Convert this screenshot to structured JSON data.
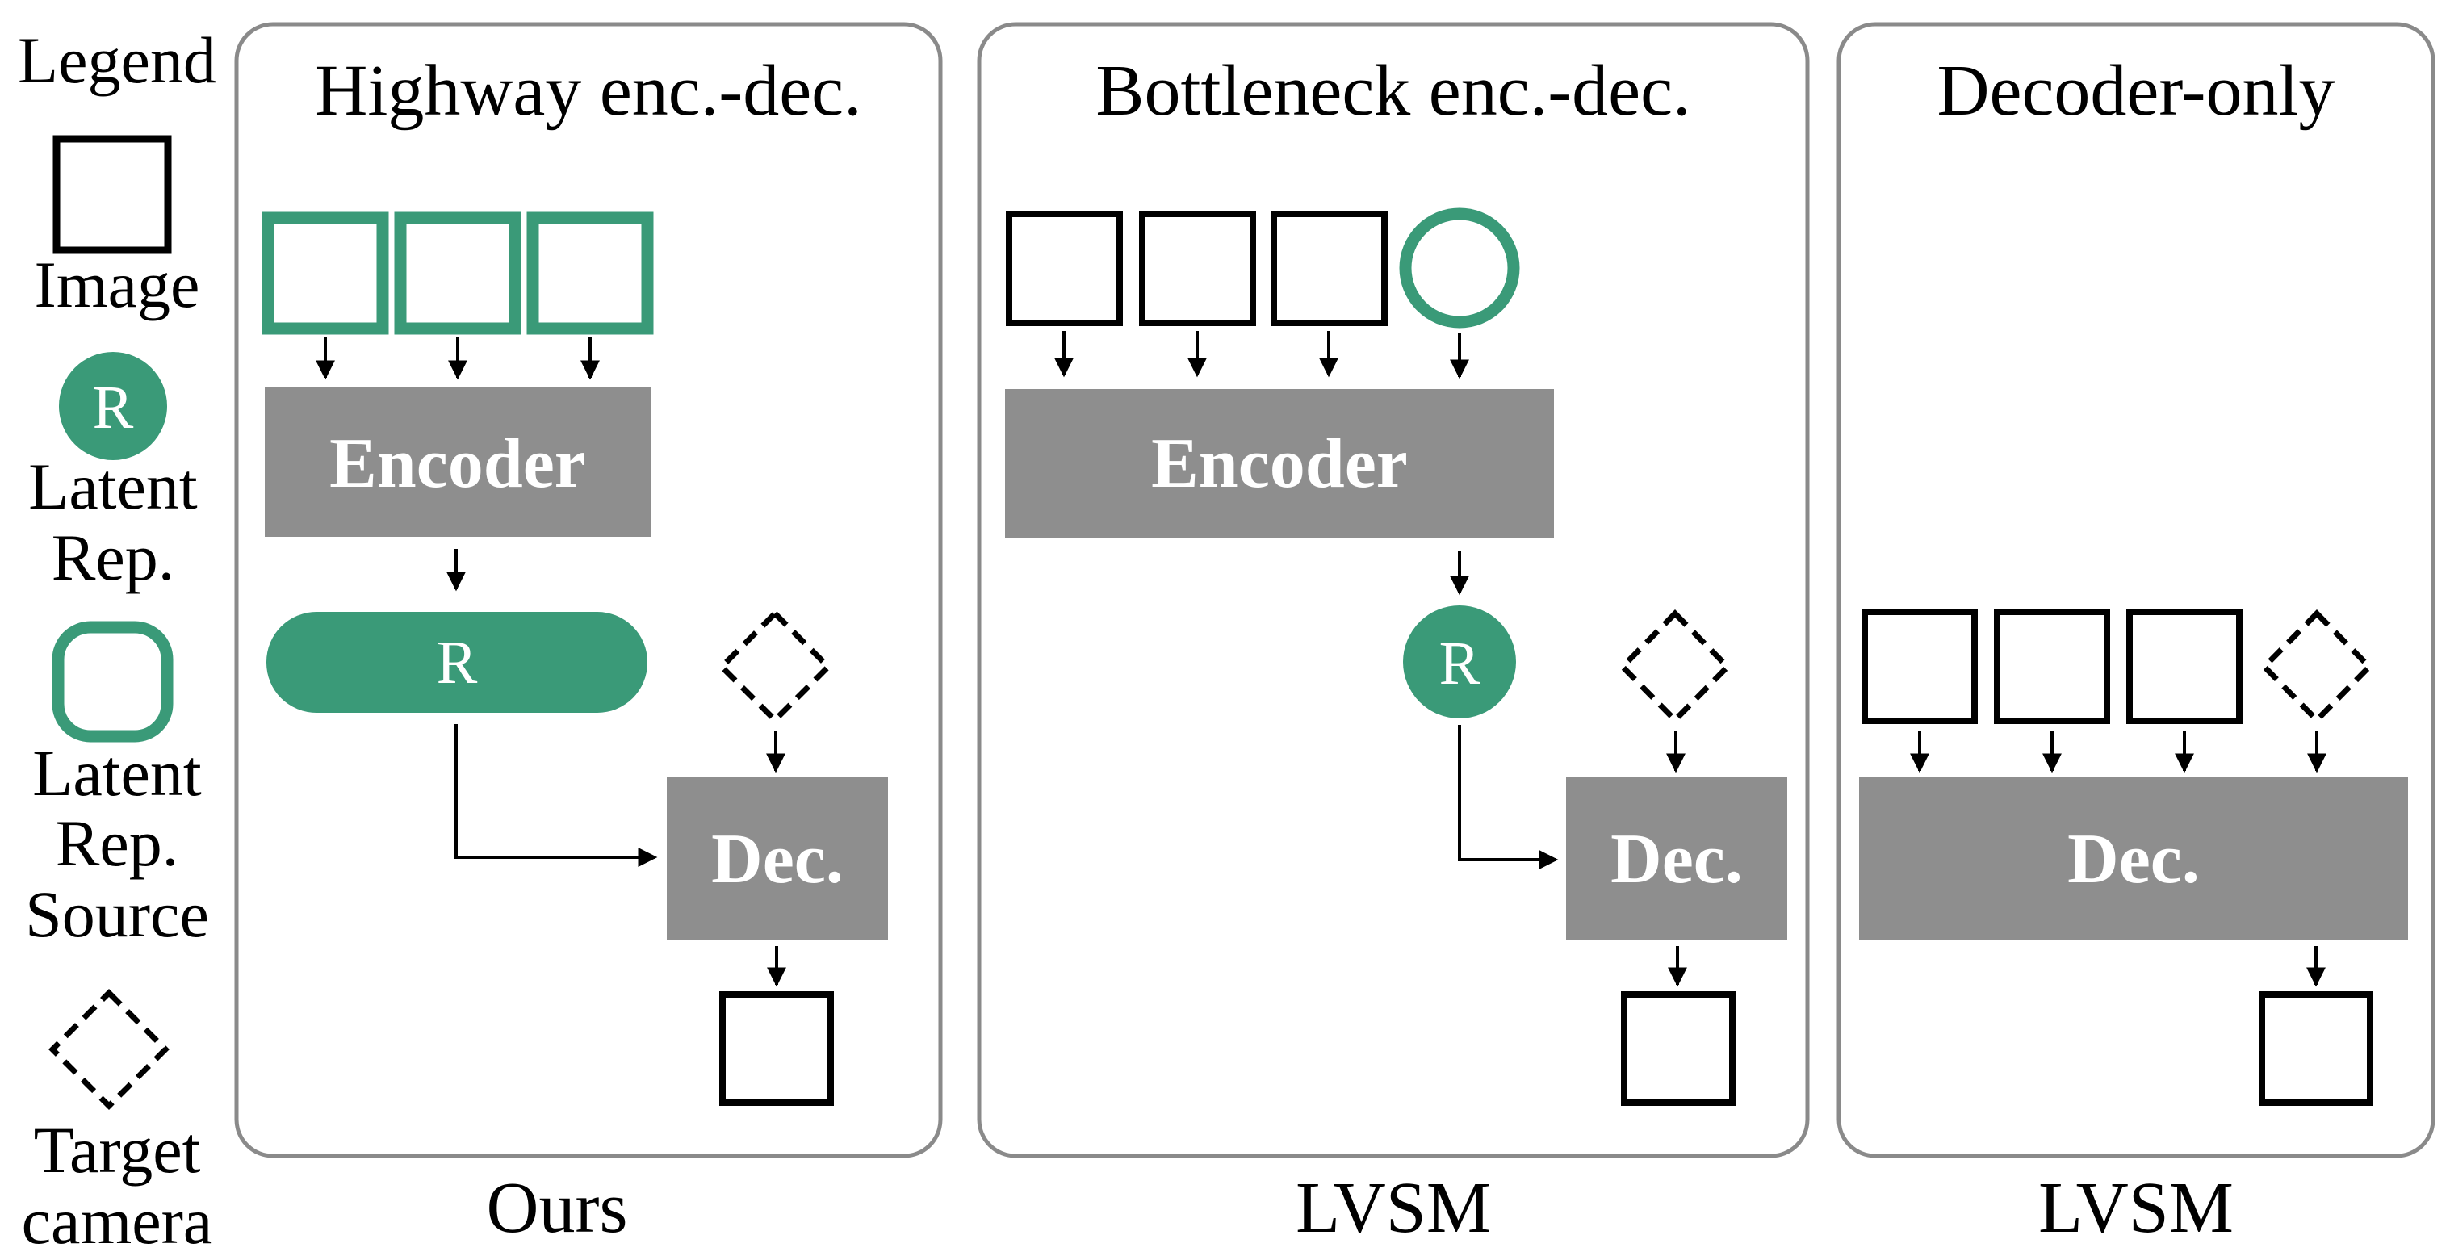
{
  "legend": {
    "title": "Legend",
    "image_label": "Image",
    "latent_glyph": "R",
    "latent_label_1": "Latent",
    "latent_label_2": "Rep.",
    "source_label_1": "Latent",
    "source_label_2": "Rep.",
    "source_label_3": "Source",
    "target_label_1": "Target",
    "target_label_2": "camera"
  },
  "panels": [
    {
      "title": "Highway enc.-dec.",
      "caption": "Ours",
      "encoder_label": "Encoder",
      "latent_label": "R",
      "decoder_label": "Dec."
    },
    {
      "title": "Bottleneck enc.-dec.",
      "caption": "LVSM",
      "encoder_label": "Encoder",
      "latent_label": "R",
      "decoder_label": "Dec."
    },
    {
      "title": "Decoder-only",
      "caption": "LVSM",
      "decoder_label": "Dec."
    }
  ],
  "colors": {
    "green": "#3a9a78",
    "gray": "#8e8e8e",
    "panel_border": "#8a8a8a",
    "black": "#000000"
  }
}
